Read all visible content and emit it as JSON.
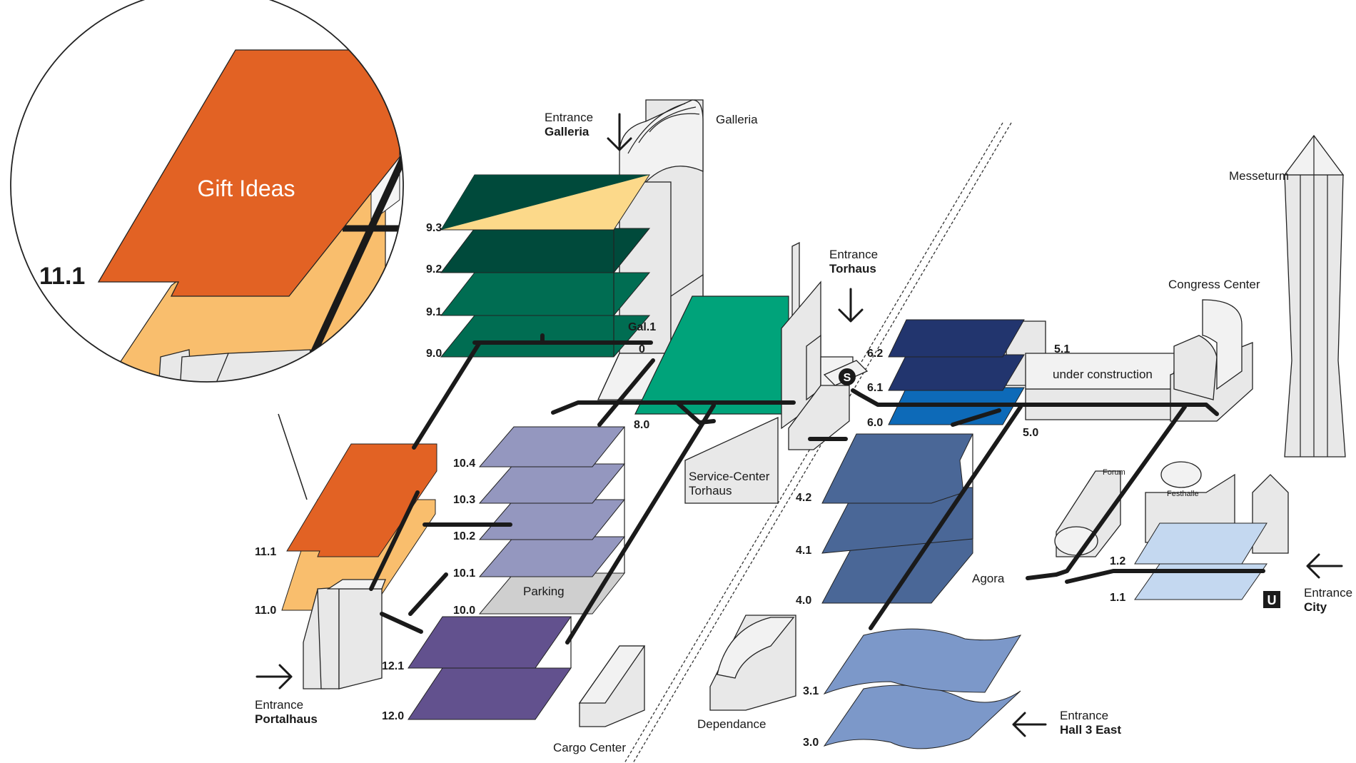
{
  "colors": {
    "hall11_orange": "#e26224",
    "hall11_light": "#f9be6d",
    "hall9_dark": "#004a3b",
    "hall9_mid": "#006d52",
    "hall9_yellow": "#fcd98a",
    "hall8_green": "#00a37a",
    "hall10_lavender": "#9497bf",
    "hall12_purple": "#62518e",
    "hall6_navy": "#22356e",
    "hall6_blue": "#0d6ab8",
    "hall4_blue": "#4a6797",
    "hall3_blue": "#7c98c9",
    "hall1_lightblue": "#c4d8f0",
    "building_gray": "#e8e8e8",
    "parking_gray": "#cfcfcf",
    "path_black": "#1a1a1a"
  },
  "inset": {
    "hall_level": "11.1",
    "exhibit": "Gift Ideas"
  },
  "levels": {
    "l9_3": "9.3",
    "l9_2": "9.2",
    "l9_1": "9.1",
    "l9_0": "9.0",
    "gal1": "Gal.1",
    "gal0": "0",
    "l8_0": "8.0",
    "l10_4": "10.4",
    "l10_3": "10.3",
    "l10_2": "10.2",
    "l10_1": "10.1",
    "l10_0": "10.0",
    "l11_1": "11.1",
    "l11_0": "11.0",
    "l12_1": "12.1",
    "l12_0": "12.0",
    "l6_2": "6.2",
    "l6_1": "6.1",
    "l6_0": "6.0",
    "l5_1": "5.1",
    "l5_0": "5.0",
    "l4_2": "4.2",
    "l4_1": "4.1",
    "l4_0": "4.0",
    "l3_1": "3.1",
    "l3_0": "3.0",
    "l1_2": "1.2",
    "l1_1": "1.1"
  },
  "labels": {
    "galleria": "Galleria",
    "parking": "Parking",
    "service_center_1": "Service-Center",
    "service_center_2": "Torhaus",
    "under_construction": "under construction",
    "congress_center": "Congress Center",
    "messeturm": "Messeturm",
    "forum": "Forum",
    "festhalle": "Festhalle",
    "agora": "Agora",
    "dependance": "Dependance",
    "cargo_center": "Cargo Center",
    "s_bahn": "S",
    "u_bahn": "U"
  },
  "entrances": {
    "galleria": {
      "word": "Entrance",
      "name": "Galleria"
    },
    "torhaus": {
      "word": "Entrance",
      "name": "Torhaus"
    },
    "portalhaus": {
      "word": "Entrance",
      "name": "Portalhaus"
    },
    "city": {
      "word": "Entrance",
      "name": "City"
    },
    "hall3_east": {
      "word": "Entrance",
      "name": "Hall 3 East"
    }
  }
}
